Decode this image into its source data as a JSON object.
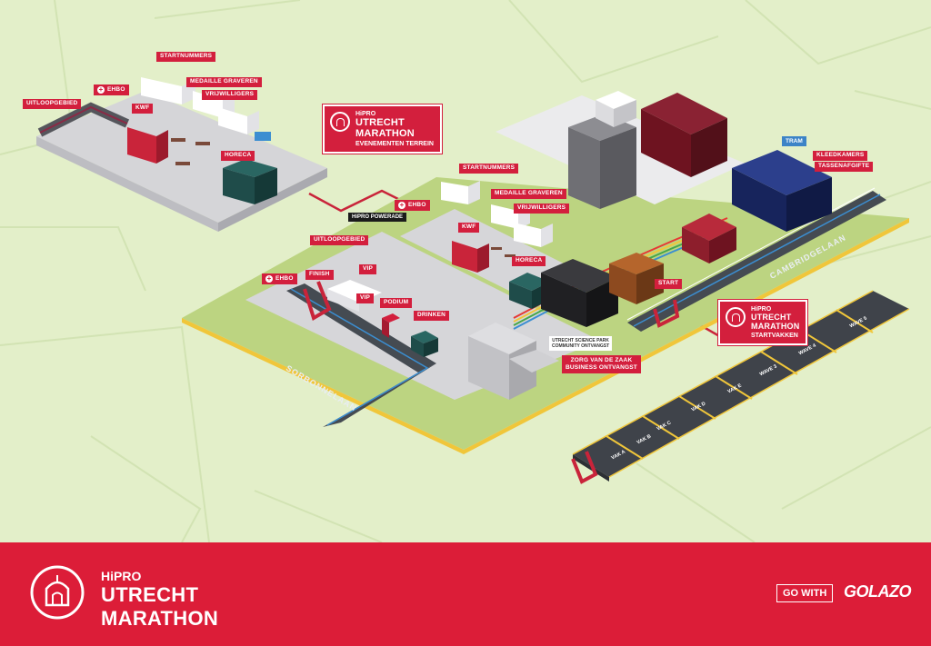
{
  "brand": {
    "kicker": "HiPRO",
    "line1": "UTRECHT",
    "line2": "MARATHON"
  },
  "event_terrain": {
    "kicker": "HiPRO",
    "line1": "UTRECHT",
    "line2": "MARATHON",
    "sub": "EVENEMENTEN TERREIN"
  },
  "startvakken_logo": {
    "kicker": "HiPRO",
    "line1": "UTRECHT",
    "line2": "MARATHON",
    "sub": "STARTVAKKEN"
  },
  "labels": {
    "uitloopgebied_1": "UITLOOPGEBIED",
    "ehbo_1": "EHBO",
    "startnummers_1": "STARTNUMMERS",
    "medaille_1": "MEDAILLE GRAVEREN",
    "vrijwilligers_1": "VRIJWILLIGERS",
    "kwf_1": "KWF",
    "horeca_1": "HORECA",
    "startnummers_2": "STARTNUMMERS",
    "medaille_2": "MEDAILLE GRAVEREN",
    "vrijwilligers_2": "VRIJWILLIGERS",
    "kwf_2": "KWF",
    "horeca_2": "HORECA",
    "ehbo_2": "EHBO",
    "uitloopgebied_2": "UITLOOPGEBIED",
    "ehbo_3": "EHBO",
    "finish": "FINISH",
    "vip_1": "VIP",
    "vip_2": "VIP",
    "podium": "PODIUM",
    "drinken": "DRINKEN",
    "start": "START",
    "tram": "TRAM",
    "kleedkamers": "KLEEDKAMERS",
    "tassenafgifte": "TASSENAFGIFTE",
    "science_park": "UTRECHT SCIENCE PARK",
    "community": "COMMUNITY ONTVANGST",
    "zorg_1": "ZORG VAN DE ZAAK",
    "zorg_2": "BUSINESS ONTVANGST",
    "sorbonnelaan": "SORBONNELAAN",
    "cambridgelaan": "CAMBRIDGELAAN",
    "powerade_1": "HiPRO",
    "powerade_2": "POWER",
    "powerade_3": "ADE"
  },
  "waves": [
    "VAK A",
    "VAK B",
    "VAK C",
    "VAK D",
    "VAK E",
    "WAVE 3",
    "WAVE 4",
    "WAVE 5"
  ],
  "footer": {
    "go_with": "GO WITH",
    "golazo": "GOLAZO"
  },
  "colors": {
    "brand_red": "#dc1d38",
    "map_background": "#e3efc9",
    "lawn": "#bcd481",
    "road": "#454b52",
    "building_dark_red": "#6e1320",
    "building_navy": "#17245c",
    "building_grey": "#cfcfcf"
  }
}
